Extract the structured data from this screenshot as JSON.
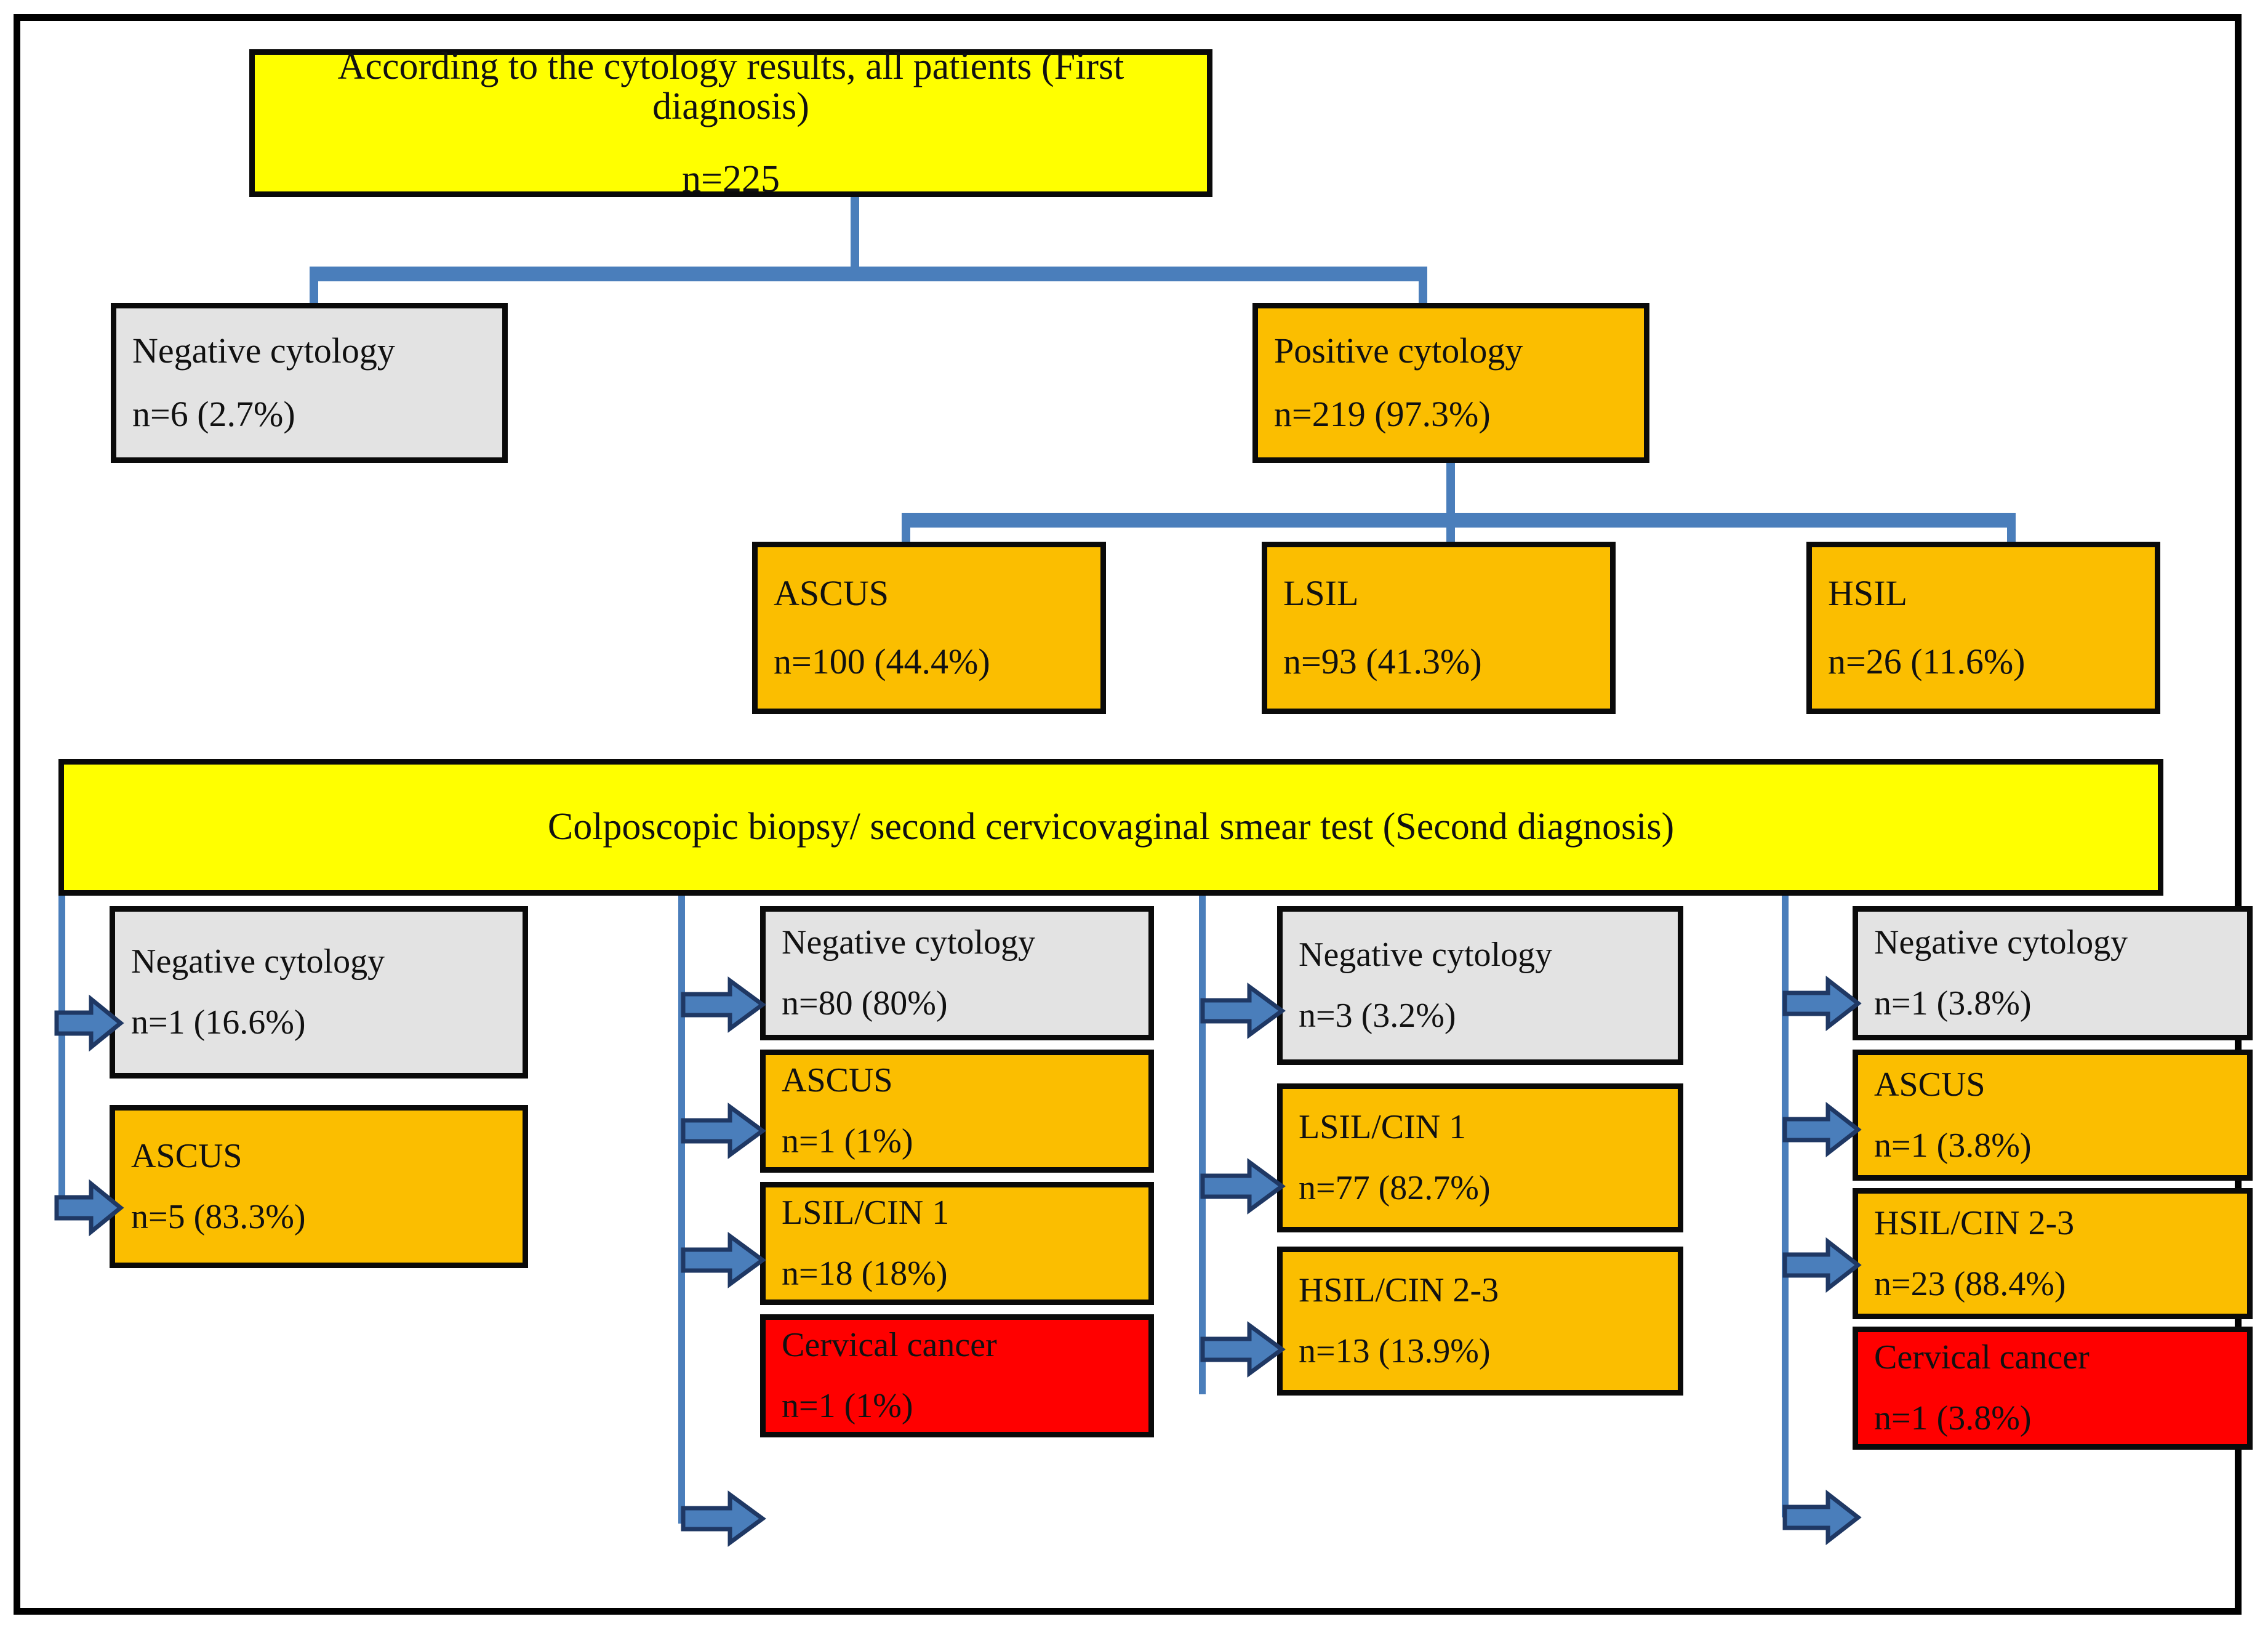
{
  "diagram": {
    "title_row": {
      "line1": "According to the cytology results, all patients (First diagnosis)",
      "line2": "n=225"
    },
    "level2": [
      {
        "label": "Negative cytology",
        "count": "n=6 (2.7%)",
        "color": "#E3E3E3"
      },
      {
        "label": "Positive cytology",
        "count": "n=219 (97.3%)",
        "color": "#FBBE00"
      }
    ],
    "level3": [
      {
        "label": "ASCUS",
        "count": "n=100 (44.4%)",
        "color": "#FBBE00"
      },
      {
        "label": "LSIL",
        "count": "n=93 (41.3%)",
        "color": "#FBBE00"
      },
      {
        "label": "HSIL",
        "count": "n=26 (11.6%)",
        "color": "#FBBE00"
      }
    ],
    "banner": {
      "text": "Colposcopic biopsy/ second cervicovaginal smear test (Second diagnosis)"
    },
    "columns": [
      {
        "name": "column-1",
        "items": [
          {
            "label": "Negative cytology",
            "count": "n=1 (16.6%)",
            "color": "#E3E3E3"
          },
          {
            "label": "ASCUS",
            "count": "n=5 (83.3%)",
            "color": "#FBBE00"
          }
        ]
      },
      {
        "name": "column-2",
        "items": [
          {
            "label": "Negative cytology",
            "count": "n=80 (80%)",
            "color": "#E3E3E3"
          },
          {
            "label": "ASCUS",
            "count": "n=1 (1%)",
            "color": "#FBBE00"
          },
          {
            "label": "LSIL/CIN 1",
            "count": "n=18 (18%)",
            "color": "#FBBE00"
          },
          {
            "label": "Cervical cancer",
            "count": "n=1 (1%)",
            "color": "#FF0000"
          }
        ]
      },
      {
        "name": "column-3",
        "items": [
          {
            "label": "Negative cytology",
            "count": "n=3 (3.2%)",
            "color": "#E3E3E3"
          },
          {
            "label": "LSIL/CIN 1",
            "count": "n=77 (82.7%)",
            "color": "#FBBE00"
          },
          {
            "label": "HSIL/CIN 2-3",
            "count": "n=13 (13.9%)",
            "color": "#FBBE00"
          }
        ]
      },
      {
        "name": "column-4",
        "items": [
          {
            "label": "Negative cytology",
            "count": "n=1 (3.8%)",
            "color": "#E3E3E3"
          },
          {
            "label": "ASCUS",
            "count": "n=1 (3.8%)",
            "color": "#FBBE00"
          },
          {
            "label": "HSIL/CIN 2-3",
            "count": "n=23 (88.4%)",
            "color": "#FBBE00"
          },
          {
            "label": "Cervical cancer",
            "count": "n=1 (3.8%)",
            "color": "#FF0000"
          }
        ]
      }
    ],
    "colors": {
      "connector": "#4A7EBB",
      "arrow_fill": "#4A7EBB",
      "arrow_stroke": "#1F3864",
      "box_border": "#0A0A0A",
      "yellow": "#FFFF00",
      "orange": "#FBBE00",
      "gray": "#E3E3E3",
      "red": "#FF0000"
    }
  }
}
